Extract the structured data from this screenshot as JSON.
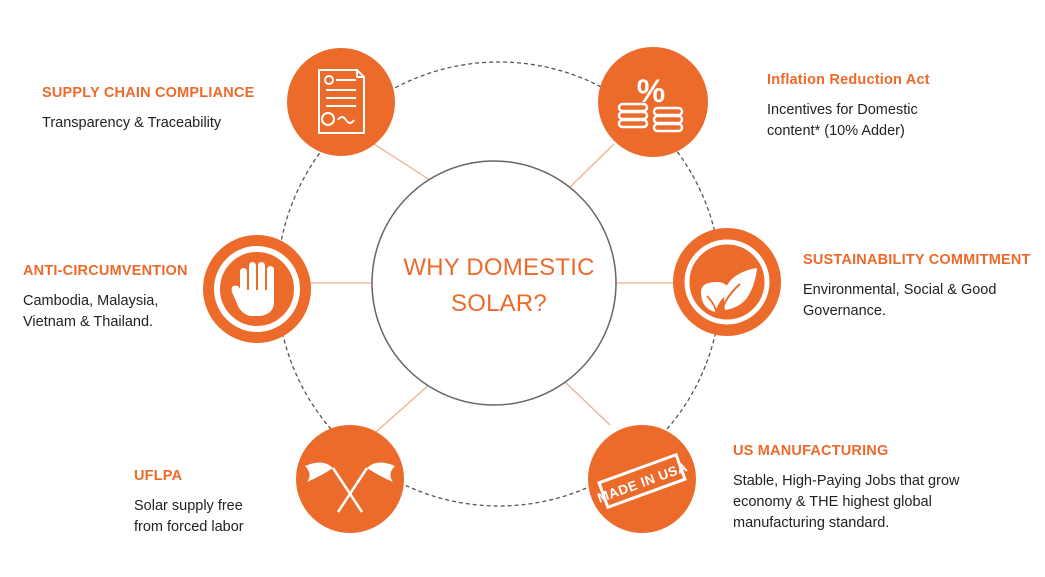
{
  "center": {
    "line1": "WHY DOMESTIC",
    "line2": "SOLAR?"
  },
  "items": {
    "supply_chain": {
      "title": "SUPPLY CHAIN COMPLIANCE",
      "lines": [
        "Transparency & Traceability"
      ],
      "icon": "document-certificate-icon"
    },
    "ira": {
      "title": "Inflation Reduction Act",
      "lines": [
        "Incentives for Domestic",
        "content* (10% Adder)"
      ],
      "icon": "percent-coins-icon",
      "icon_text": "%"
    },
    "anti_circumvention": {
      "title": "ANTI-CIRCUMVENTION",
      "lines": [
        "Cambodia, Malaysia,",
        "Vietnam & Thailand."
      ],
      "icon": "stop-hand-icon"
    },
    "sustainability": {
      "title": "SUSTAINABILITY COMMITMENT",
      "lines": [
        "Environmental, Social & Good",
        "Governance."
      ],
      "icon": "leaves-icon"
    },
    "uflpa": {
      "title": "UFLPA",
      "lines": [
        "Solar supply free",
        "from forced labor"
      ],
      "icon": "crossed-flags-icon"
    },
    "us_manufacturing": {
      "title": "US MANUFACTURING",
      "lines": [
        "Stable, High-Paying Jobs that grow",
        "economy & THE highest global",
        "manufacturing standard."
      ],
      "icon": "made-in-usa-stamp-icon",
      "icon_text": "MADE IN USA"
    }
  },
  "colors": {
    "accent": "#ec6a2a",
    "connector": "#f1b08e",
    "ring": "#555555",
    "text": "#222222"
  }
}
